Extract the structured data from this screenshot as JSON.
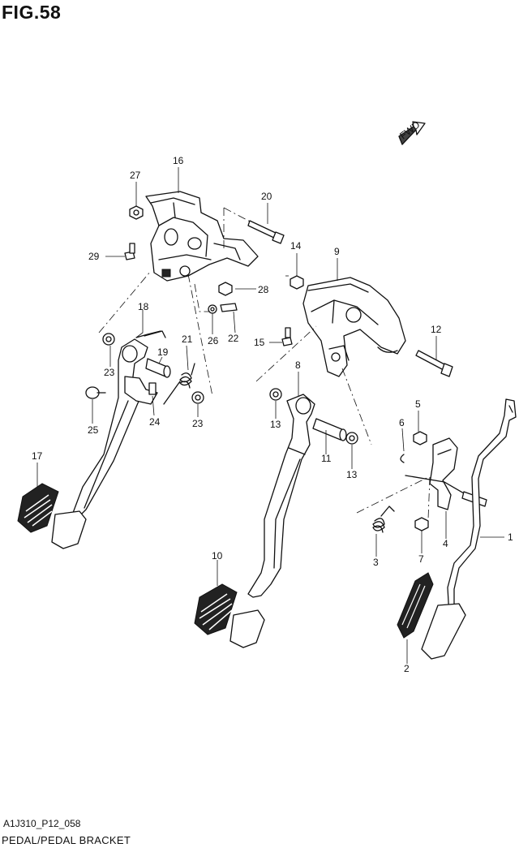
{
  "figure": {
    "title": "FIG.58",
    "code": "A1J310_P12_058",
    "caption": "PEDAL/PEDAL BRACKET",
    "fwd_label": "FWD"
  },
  "callouts": [
    "1",
    "2",
    "3",
    "4",
    "5",
    "6",
    "7",
    "8",
    "9",
    "10",
    "11",
    "12",
    "13",
    "13",
    "14",
    "15",
    "16",
    "17",
    "18",
    "19",
    "20",
    "21",
    "22",
    "23",
    "23",
    "24",
    "25",
    "26",
    "27",
    "28",
    "29"
  ]
}
